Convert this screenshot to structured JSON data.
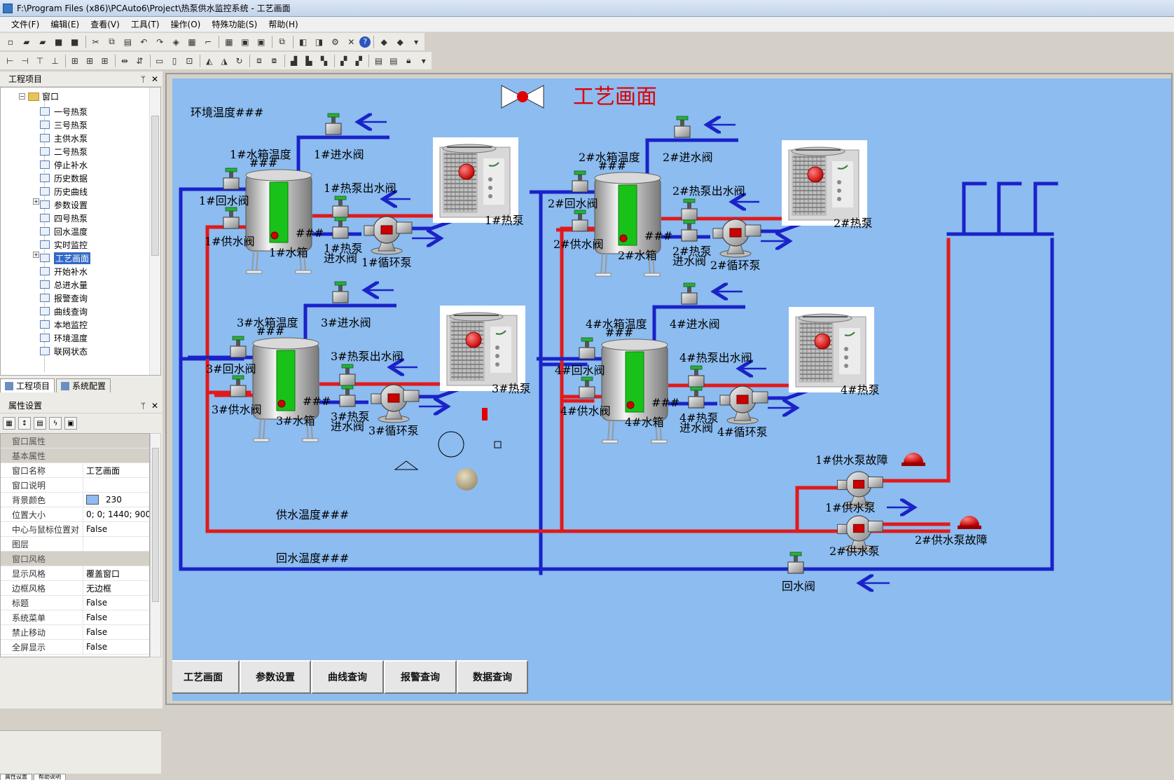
{
  "window": {
    "title": "F:\\Program Files (x86)\\PCAuto6\\Project\\热泵供水监控系统 - 工艺画面"
  },
  "menu": [
    "文件(F)",
    "编辑(E)",
    "查看(V)",
    "工具(T)",
    "操作(O)",
    "特殊功能(S)",
    "帮助(H)"
  ],
  "project_pane": {
    "title": "工程项目",
    "root": "窗口",
    "items": [
      "一号热泵",
      "三号热泵",
      "主供水泵",
      "二号热泵",
      "停止补水",
      "历史数据",
      "历史曲线",
      "参数设置",
      "四号热泵",
      "回水温度",
      "实时监控",
      "工艺画面",
      "开始补水",
      "总进水量",
      "报警查询",
      "曲线查询",
      "本地监控",
      "环境温度",
      "联网状态"
    ],
    "selected": "工艺画面",
    "tabs": [
      "工程项目",
      "系统配置"
    ]
  },
  "property_pane": {
    "title": "属性设置",
    "rows": [
      {
        "cat": "窗口属性"
      },
      {
        "cat": "基本属性"
      },
      {
        "k": "窗口名称",
        "v": "工艺画面"
      },
      {
        "k": "窗口说明",
        "v": ""
      },
      {
        "k": "背景颜色",
        "v": "230",
        "swatch": "#8cbcf0"
      },
      {
        "k": "位置大小",
        "v": "0; 0; 1440; 900"
      },
      {
        "k": "中心与鼠标位置对",
        "v": "False"
      },
      {
        "k": "图层",
        "v": ""
      },
      {
        "cat": "窗口风格"
      },
      {
        "k": "显示风格",
        "v": "覆盖窗口"
      },
      {
        "k": "边框风格",
        "v": "无边框"
      },
      {
        "k": "标题",
        "v": "False"
      },
      {
        "k": "系统菜单",
        "v": "False"
      },
      {
        "k": "禁止移动",
        "v": "False"
      },
      {
        "k": "全屏显示",
        "v": "False"
      }
    ],
    "bottom_tabs": [
      "属性设置",
      "帮助说明"
    ]
  },
  "scada": {
    "title": "工艺画面",
    "env_temp": "环境温度###",
    "supply_temp": "供水温度###",
    "return_temp": "回水温度###",
    "units": [
      {
        "tank_temp": "1#水箱温度",
        "hash": "###",
        "inlet": "1#进水阀",
        "return_valve": "1#回水阀",
        "supply_valve": "1#供水阀",
        "tank": "1#水箱",
        "hp_out": "1#热泵出水阀",
        "hp_in_a": "1#热泵",
        "hp_in_b": "进水阀",
        "pump": "1#循环泵",
        "heatpump": "1#热泵"
      },
      {
        "tank_temp": "2#水箱温度",
        "hash": "###",
        "inlet": "2#进水阀",
        "return_valve": "2#回水阀",
        "supply_valve": "2#供水阀",
        "tank": "2#水箱",
        "hp_out": "2#热泵出水阀",
        "hp_in_a": "2#热泵",
        "hp_in_b": "进水阀",
        "pump": "2#循环泵",
        "heatpump": "2#热泵"
      },
      {
        "tank_temp": "3#水箱温度",
        "hash": "###",
        "inlet": "3#进水阀",
        "return_valve": "3#回水阀",
        "supply_valve": "3#供水阀",
        "tank": "3#水箱",
        "hp_out": "3#热泵出水阀",
        "hp_in_a": "3#热泵",
        "hp_in_b": "进水阀",
        "pump": "3#循环泵",
        "heatpump": "3#热泵"
      },
      {
        "tank_temp": "4#水箱温度",
        "hash": "###",
        "inlet": "4#进水阀",
        "return_valve": "4#回水阀",
        "supply_valve": "4#供水阀",
        "tank": "4#水箱",
        "hp_out": "4#热泵出水阀",
        "hp_in_a": "4#热泵",
        "hp_in_b": "进水阀",
        "pump": "4#循环泵",
        "heatpump": "4#热泵"
      }
    ],
    "pump1": "1#供水泵",
    "pump2": "2#供水泵",
    "fault1": "1#供水泵故障",
    "fault2": "2#供水泵故障",
    "return_main_valve": "回水阀",
    "nav": [
      "工艺画面",
      "参数设置",
      "曲线查询",
      "报警查询",
      "数据查询"
    ],
    "colors": {
      "background": "#8cbcf0",
      "hot_pipe": "#e11a1a",
      "cold_pipe": "#1a22c8",
      "tank_level": "#19c219",
      "alarm": "#e00000"
    }
  }
}
